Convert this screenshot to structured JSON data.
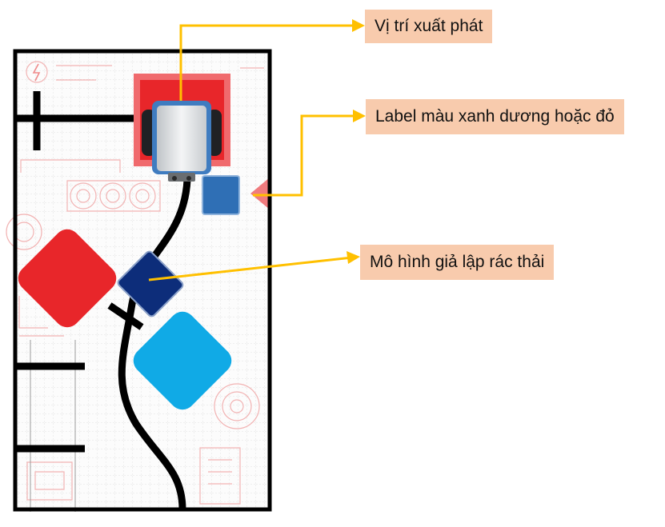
{
  "callouts": {
    "start_position": "Vị trí xuất phát",
    "color_label": "Label màu xanh dương hoặc đỏ",
    "waste_model": "Mô hình giả lập rác thải"
  },
  "colors": {
    "callout_background": "#f8cbad",
    "arrow": "#ffc000",
    "start_zone": "#e8262a",
    "label_blue": "#2f6fb5",
    "waste_dark_blue": "#0d2d7a",
    "waste_red": "#e8262a",
    "waste_light_blue": "#10aae6",
    "field_border": "#000000",
    "line": "#000000"
  }
}
